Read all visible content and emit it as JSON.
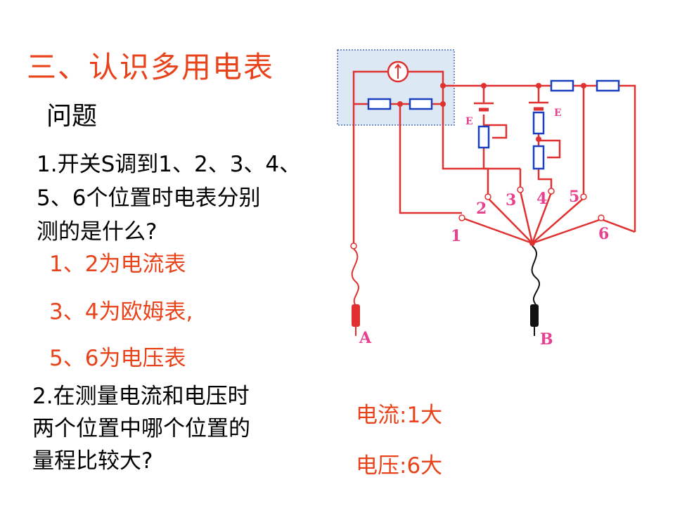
{
  "title": "三、认识多用电表",
  "question_heading": "问题",
  "question1": [
    "1.开关S调到1、2、3、4、",
    "5、6个位置时电表分别",
    "测的是什么?"
  ],
  "answers": [
    "1、2为电流表",
    "3、4为欧姆表,",
    "5、6为电压表"
  ],
  "question2": [
    "2.在测量电流和电压时",
    "两个位置中哪个位置的",
    "量程比较大?"
  ],
  "results": [
    "电流:1大",
    "电压:6大"
  ],
  "diagram": {
    "positions": [
      "1",
      "2",
      "3",
      "4",
      "5",
      "6"
    ],
    "battery_labels": [
      "E",
      "E"
    ],
    "probe_a": "A",
    "probe_b": "B",
    "colors": {
      "wire": "#e03030",
      "resistor": "#1a3fbf",
      "label": "#e8408f",
      "text_red": "#e8431a"
    }
  }
}
